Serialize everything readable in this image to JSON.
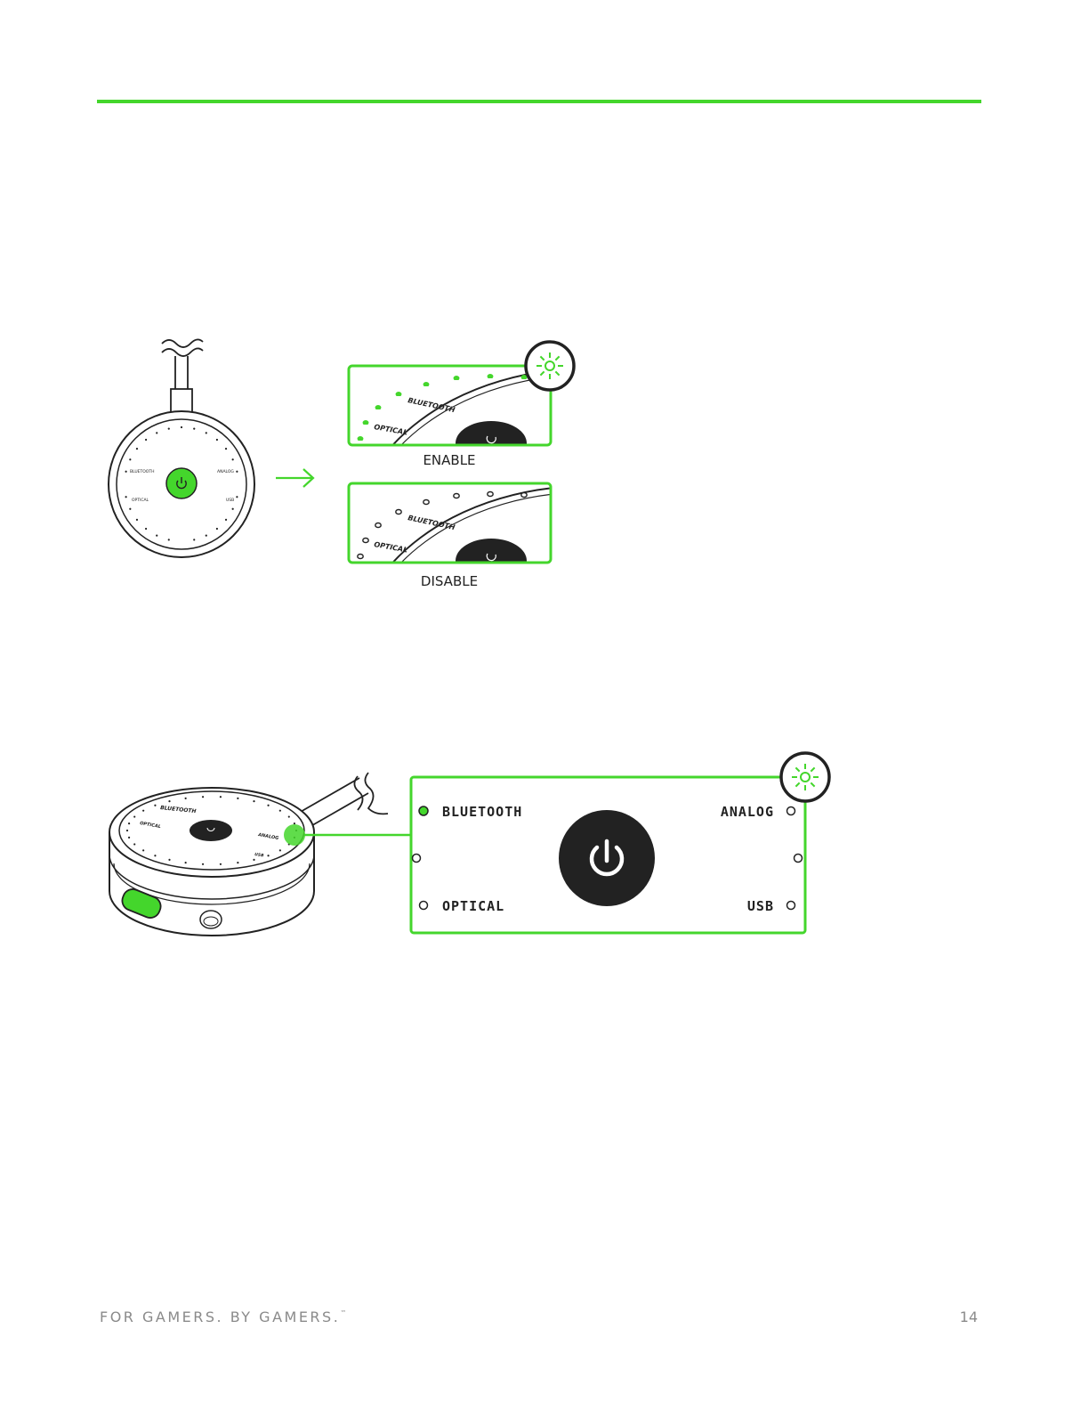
{
  "colors": {
    "accent": "#44d62c",
    "dark": "#222222"
  },
  "figure1": {
    "dial_labels": {
      "bluetooth": "BLUETOOTH",
      "analog": "ANALOG",
      "optical": "OPTICAL",
      "usb": "USB"
    },
    "enable_panel": {
      "bluetooth": "BLUETOOTH",
      "optical": "OPTICAL",
      "caption": "ENABLE"
    },
    "disable_panel": {
      "bluetooth": "BLUETOOTH",
      "optical": "OPTICAL",
      "caption": "DISABLE"
    },
    "icons": [
      "cable-break-icon",
      "power-icon",
      "arrow-right-icon",
      "light-on-icon"
    ]
  },
  "figure2": {
    "dial_labels": {
      "bluetooth": "BLUETOOTH",
      "optical": "OPTICAL",
      "analog": "ANALOG",
      "usb": "USB"
    },
    "panel": {
      "top_left": "BLUETOOTH",
      "top_right": "ANALOG",
      "bottom_left": "OPTICAL",
      "bottom_right": "USB"
    },
    "icons": [
      "power-icon",
      "light-on-icon"
    ]
  },
  "footer": {
    "tagline": "FOR GAMERS. BY GAMERS.",
    "trademark": "™",
    "page_number": "14"
  }
}
